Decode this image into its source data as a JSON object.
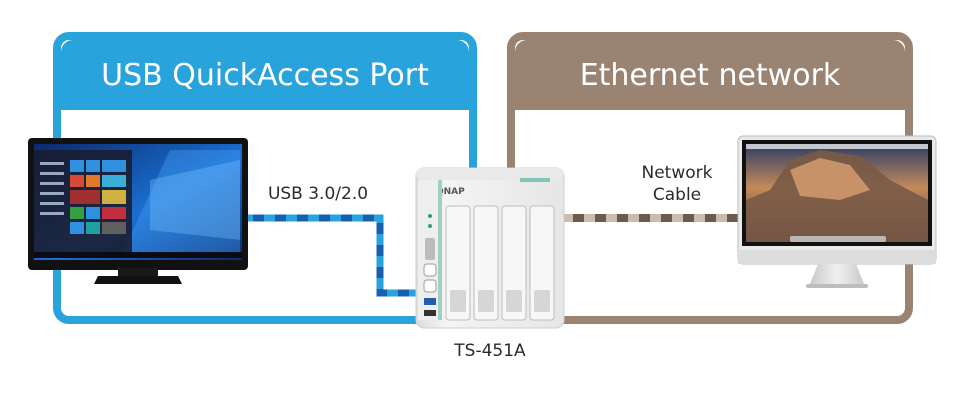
{
  "panels": {
    "usb": {
      "title": "USB QuickAccess Port",
      "color": "#29a3dc"
    },
    "ethernet": {
      "title": "Ethernet network",
      "color": "#9a8371"
    }
  },
  "labels": {
    "usb_cable": "USB 3.0/2.0",
    "network_cable_line1": "Network",
    "network_cable_line2": "Cable",
    "device_model": "TS-451A",
    "brand": "QNAP"
  },
  "icons": [
    "windows-pc-monitor-icon",
    "nas-device-icon",
    "imac-icon",
    "usb-cable-icon",
    "ethernet-cable-icon"
  ]
}
